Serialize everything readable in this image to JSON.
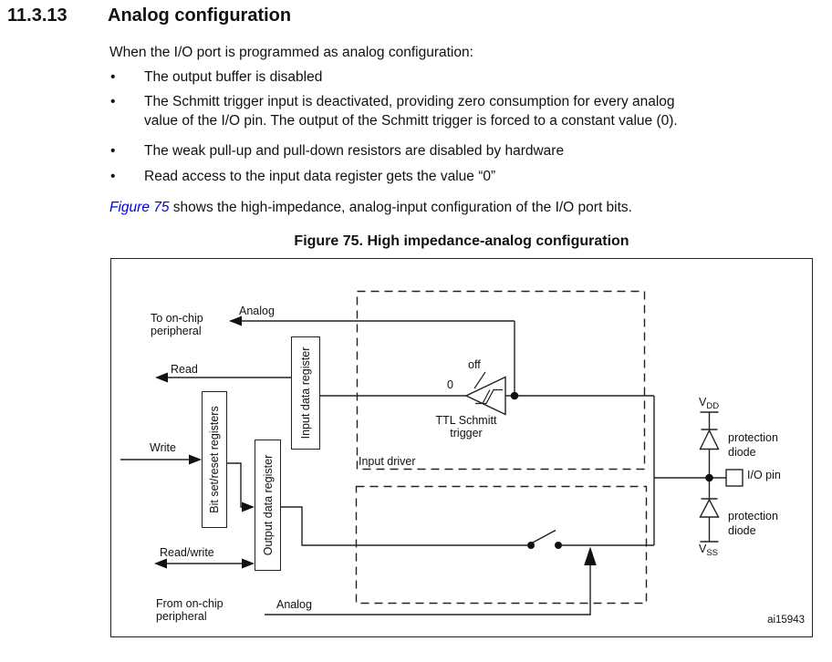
{
  "colors": {
    "ink": "#111111",
    "link_blue": "#0000ee"
  },
  "page": {
    "section_number": "11.3.13",
    "section_title": "Analog configuration",
    "bullet_char": "•",
    "intro": "When the I/O port is programmed as analog configuration:",
    "bullets": [
      "The output buffer is disabled",
      "The Schmitt trigger input is deactivated, providing zero consumption for every analog\nvalue of the I/O pin. The output of the Schmitt trigger is forced to a constant value (0).",
      "The weak pull-up and pull-down resistors are disabled by hardware",
      "Read access to the input data register gets the value “0”"
    ],
    "figure_ref": {
      "link": "Figure 75",
      "rest": " shows the high-impedance, analog-input configuration of the I/O port bits."
    }
  },
  "figure": {
    "title": "Figure 75. High impedance-analog configuration",
    "watermark": "ai15943",
    "boxes": {
      "bit_set_reset": "Bit set/reset registers",
      "output_data": "Output data register",
      "input_data": "Input data register"
    },
    "labels": {
      "to_onchip": "To on-chip\nperipheral",
      "analog_top": "Analog",
      "read": "Read",
      "write": "Write",
      "read_write": "Read/write",
      "from_onchip": "From on-chip\nperipheral",
      "analog_bottom": "Analog",
      "input_driver": "Input driver",
      "zero": "0",
      "off": "off",
      "ttl_schmitt": "TTL Schmitt\ntrigger",
      "protection_diode": "protection\ndiode",
      "io_pin": "I/O pin",
      "vdd_main": "V",
      "vdd_sub": "DD",
      "vss_main": "V",
      "vss_sub": "SS"
    }
  }
}
